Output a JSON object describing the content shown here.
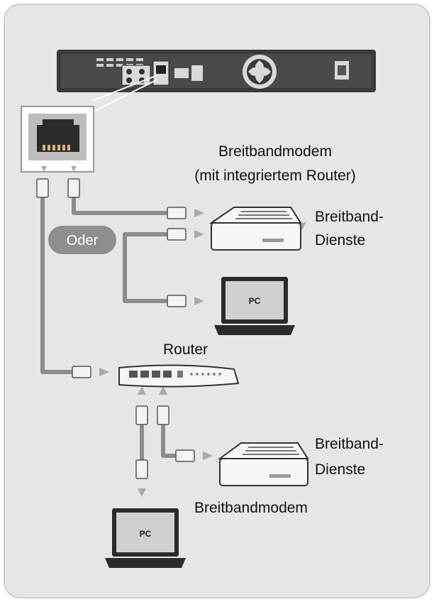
{
  "labels": {
    "modem_router_line1": "Breitbandmodem",
    "modem_router_line2": "(mit integriertem Router)",
    "service_top_line1": "Breitband-",
    "service_top_line2": "Dienste",
    "or_badge": "Oder",
    "pc_top": "PC",
    "router": "Router",
    "service_bottom_line1": "Breitband-",
    "service_bottom_line2": "Dienste",
    "modem_bottom": "Breitbandmodem",
    "pc_bottom": "PC"
  },
  "colors": {
    "background": "#e6e6e6",
    "border": "#cfcfcf",
    "cable": "#8c8c8c",
    "arrow": "#a9a9a9",
    "badge": "#8e8e8e",
    "device_dark": "#2b2b2b"
  }
}
